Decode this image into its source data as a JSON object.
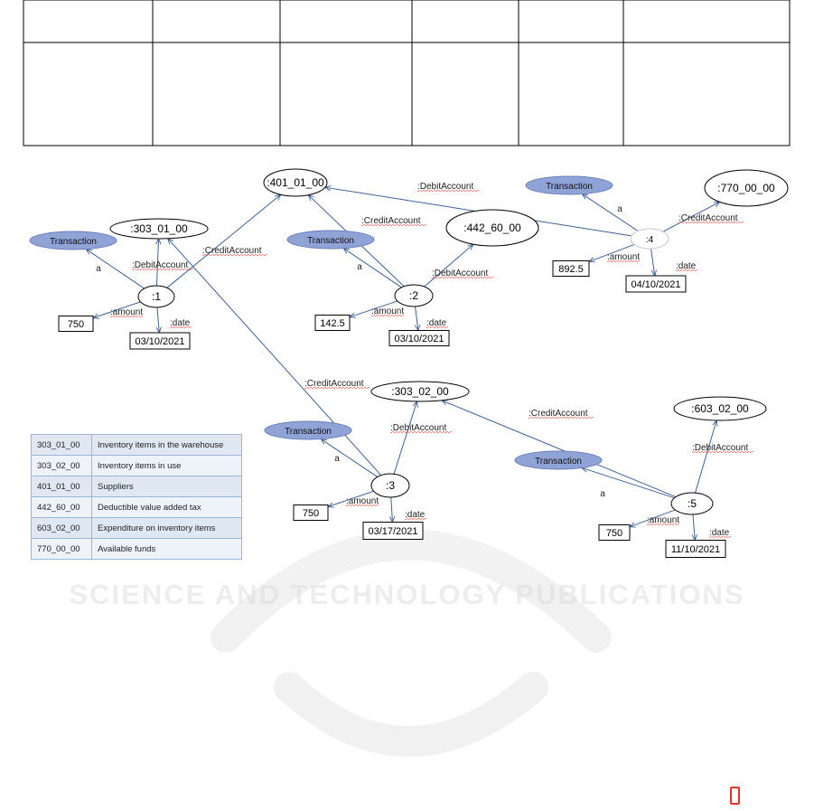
{
  "graph": {
    "nodes": [
      {
        "id": "acc_401",
        "label": ":401_01_00",
        "shape": "ellipse"
      },
      {
        "id": "acc_303_01",
        "label": ":303_01_00",
        "shape": "ellipse"
      },
      {
        "id": "acc_442",
        "label": ":442_60_00",
        "shape": "ellipse"
      },
      {
        "id": "acc_770",
        "label": ":770_00_00",
        "shape": "ellipse"
      },
      {
        "id": "acc_303_02",
        "label": ":303_02_00",
        "shape": "ellipse"
      },
      {
        "id": "acc_603",
        "label": ":603_02_00",
        "shape": "ellipse"
      },
      {
        "id": "t1",
        "label": ":1",
        "shape": "ellipse"
      },
      {
        "id": "t2",
        "label": ":2",
        "shape": "ellipse"
      },
      {
        "id": "t3",
        "label": ":3",
        "shape": "ellipse"
      },
      {
        "id": "t4",
        "label": ":4",
        "shape": "ellipse"
      },
      {
        "id": "t5",
        "label": ":5",
        "shape": "ellipse"
      },
      {
        "id": "cls1",
        "label": "Transaction",
        "shape": "class"
      },
      {
        "id": "cls2",
        "label": "Transaction",
        "shape": "class"
      },
      {
        "id": "cls3",
        "label": "Transaction",
        "shape": "class"
      },
      {
        "id": "cls4",
        "label": "Transaction",
        "shape": "class"
      },
      {
        "id": "cls5",
        "label": "Transaction",
        "shape": "class"
      },
      {
        "id": "amt1",
        "label": "750",
        "shape": "box"
      },
      {
        "id": "dt1",
        "label": "03/10/2021",
        "shape": "box"
      },
      {
        "id": "amt2",
        "label": "142.5",
        "shape": "box"
      },
      {
        "id": "dt2",
        "label": "03/10/2021",
        "shape": "box"
      },
      {
        "id": "amt3",
        "label": "750",
        "shape": "box"
      },
      {
        "id": "dt3",
        "label": "03/17/2021",
        "shape": "box"
      },
      {
        "id": "amt4",
        "label": "892.5",
        "shape": "box"
      },
      {
        "id": "dt4",
        "label": "04/10/2021",
        "shape": "box"
      },
      {
        "id": "amt5",
        "label": "750",
        "shape": "box"
      },
      {
        "id": "dt5",
        "label": "11/10/2021",
        "shape": "box"
      }
    ],
    "edges": [
      {
        "from": "t1",
        "to": "cls1",
        "label": "a"
      },
      {
        "from": "t1",
        "to": "acc_303_01",
        "label": ":DebitAccount"
      },
      {
        "from": "t1",
        "to": "acc_401",
        "label": ":CreditAccount"
      },
      {
        "from": "t1",
        "to": "amt1",
        "label": ":amount"
      },
      {
        "from": "t1",
        "to": "dt1",
        "label": ":date"
      },
      {
        "from": "t2",
        "to": "cls2",
        "label": "a"
      },
      {
        "from": "t2",
        "to": "acc_401",
        "label": ":CreditAccount"
      },
      {
        "from": "t2",
        "to": "acc_442",
        "label": ":DebitAccount"
      },
      {
        "from": "t2",
        "to": "amt2",
        "label": ":amount"
      },
      {
        "from": "t2",
        "to": "dt2",
        "label": ":date"
      },
      {
        "from": "t4",
        "to": "acc_401",
        "label": ":DebitAccount"
      },
      {
        "from": "t4",
        "to": "cls4",
        "label": "a"
      },
      {
        "from": "t4",
        "to": "acc_770",
        "label": ":CreditAccount"
      },
      {
        "from": "t4",
        "to": "amt4",
        "label": ":amount"
      },
      {
        "from": "t4",
        "to": "dt4",
        "label": ":date"
      },
      {
        "from": "t3",
        "to": "acc_303_01",
        "label": ":CreditAccount"
      },
      {
        "from": "t3",
        "to": "cls3",
        "label": "a"
      },
      {
        "from": "t3",
        "to": "acc_303_02",
        "label": ":DebitAccount"
      },
      {
        "from": "t3",
        "to": "amt3",
        "label": ":amount"
      },
      {
        "from": "t3",
        "to": "dt3",
        "label": ":date"
      },
      {
        "from": "t5",
        "to": "acc_303_02",
        "label": ":CreditAccount"
      },
      {
        "from": "t5",
        "to": "acc_603",
        "label": ":DebitAccount"
      },
      {
        "from": "t5",
        "to": "cls5",
        "label": "a"
      },
      {
        "from": "t5",
        "to": "amt5",
        "label": ":amount"
      },
      {
        "from": "t5",
        "to": "dt5",
        "label": ":date"
      }
    ]
  },
  "legend": [
    {
      "code": "303_01_00",
      "description": "Inventory items in the warehouse"
    },
    {
      "code": "303_02_00",
      "description": "Inventory items in use"
    },
    {
      "code": "401_01_00",
      "description": "Suppliers"
    },
    {
      "code": "442_60_00",
      "description": "Deductible value added tax"
    },
    {
      "code": "603_02_00",
      "description": "Expenditure on inventory items"
    },
    {
      "code": "770_00_00",
      "description": "Available funds"
    }
  ],
  "watermark_text": "SCIENCE AND TECHNOLOGY PUBLICATIONS",
  "colors": {
    "class_fill": "#8fa3d6",
    "class_stroke": "#6b80b8",
    "edge": "#3e6193",
    "node_stroke": "#000000",
    "legend_row_a": "#dfe7f3",
    "legend_row_b": "#eef2f9",
    "legend_border": "#9db5d6",
    "corner_mark": "#e8332a"
  }
}
